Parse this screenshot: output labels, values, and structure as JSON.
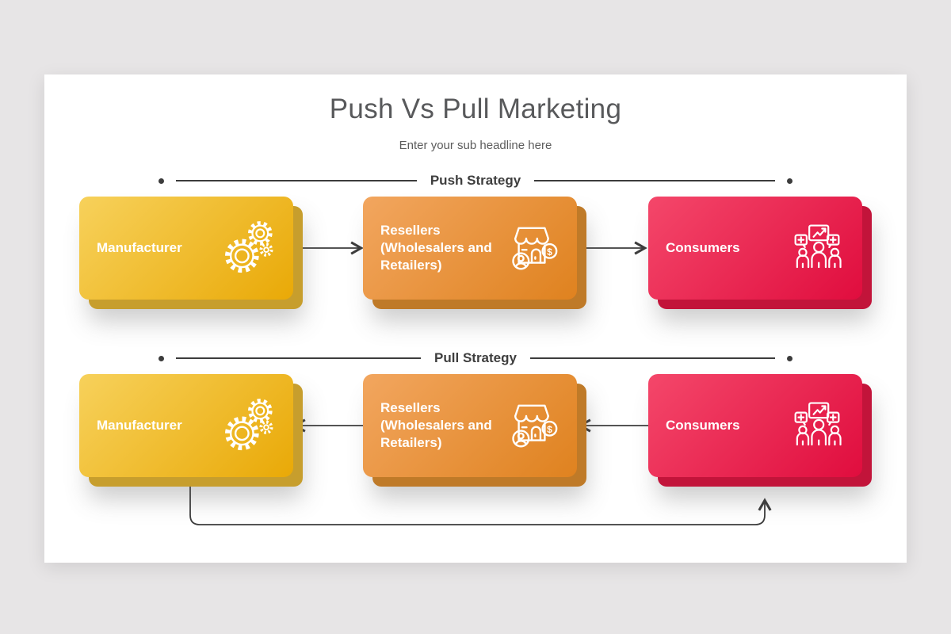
{
  "canvas": {
    "background": "#E7E5E6",
    "panel_background": "#FFFFFF"
  },
  "header": {
    "title": "Push Vs Pull Marketing",
    "subtitle": "Enter your sub headline here"
  },
  "sections": [
    {
      "label": "Push Strategy",
      "flow_direction": "left-to-right",
      "cards": [
        {
          "label": "Manufacturer",
          "icon": "gears-icon",
          "palette": "yellow"
        },
        {
          "label": "Resellers (Wholesalers and Retailers)",
          "icon": "store-icon",
          "palette": "orange"
        },
        {
          "label": "Consumers",
          "icon": "consumers-icon",
          "palette": "pink"
        }
      ]
    },
    {
      "label": "Pull Strategy",
      "flow_direction": "right-to-left",
      "feedback_arrow": "manufacturer-bottom-to-consumers-bottom",
      "cards": [
        {
          "label": "Manufacturer",
          "icon": "gears-icon",
          "palette": "yellow"
        },
        {
          "label": "Resellers (Wholesalers and Retailers)",
          "icon": "store-icon",
          "palette": "orange"
        },
        {
          "label": "Consumers",
          "icon": "consumers-icon",
          "palette": "pink"
        }
      ]
    }
  ],
  "palette": {
    "yellow": {
      "from": "#F7D15B",
      "to": "#E9A907",
      "back": "#C79E2D"
    },
    "orange": {
      "from": "#F2A65F",
      "to": "#DF821F",
      "back": "#BF7A28"
    },
    "pink": {
      "from": "#F4476A",
      "to": "#E00D3E",
      "back": "#C2143A"
    },
    "connector": "#3C3C3C",
    "title_color": "#58595B"
  }
}
